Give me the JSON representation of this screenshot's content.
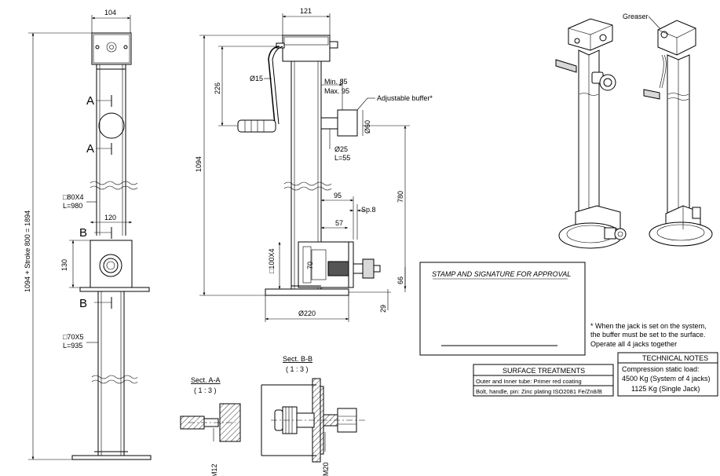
{
  "dimensions": {
    "w_104": "104",
    "w_121": "121",
    "w_120": "120",
    "h_130": "130",
    "total_height": "1094 + Stroke 800 = 1894",
    "tube_outer": "□80X4",
    "tube_outer_len": "L=980",
    "tube_inner": "□70X5",
    "tube_inner_len": "L=935",
    "height_1094": "1094",
    "h_226": "226",
    "dia_15": "Ø15",
    "min_85": "Min. 85",
    "max_95": "Max. 95",
    "dia_60": "Ø60",
    "dia_25": "Ø25",
    "len_55": "L=55",
    "d_95": "95",
    "sp_8": "Sp.8",
    "d_57": "57",
    "d_780": "780",
    "sq_100x4": "□100X4",
    "d_70": "70",
    "d_66": "66",
    "d_29": "29",
    "dia_220": "Ø220",
    "m12": "M12",
    "m20": "M20"
  },
  "labels": {
    "section_a_top": "A",
    "section_a_bottom": "A",
    "section_b_top": "B",
    "section_b_bottom": "B",
    "adjustable_buffer": "Adjustable buffer*",
    "greaser": "Greaser"
  },
  "sections": {
    "a_title": "Sect. A-A",
    "a_scale": "( 1 : 3 )",
    "b_title": "Sect. B-B",
    "b_scale": "( 1 : 3 )"
  },
  "stamp": {
    "title": "STAMP AND SIGNATURE FOR APPROVAL"
  },
  "notes": {
    "line1": "* When the jack is set on the system,",
    "line2": "the buffer must be set to the surface.",
    "line3": "Operate all 4 jacks together"
  },
  "surface_treatments": {
    "title": "SURFACE TREATMENTS",
    "rows": [
      "Outer and Inner tube: Primer red coating",
      "Bolt, handle, pin: Zinc plating ISO2081 Fe/Zn8/B"
    ]
  },
  "technical_notes": {
    "title": "TECHNICAL NOTES",
    "rows": [
      "Compression static load:",
      "4500 Kg (System of 4 jacks)",
      "1125 Kg (Single Jack)"
    ]
  }
}
